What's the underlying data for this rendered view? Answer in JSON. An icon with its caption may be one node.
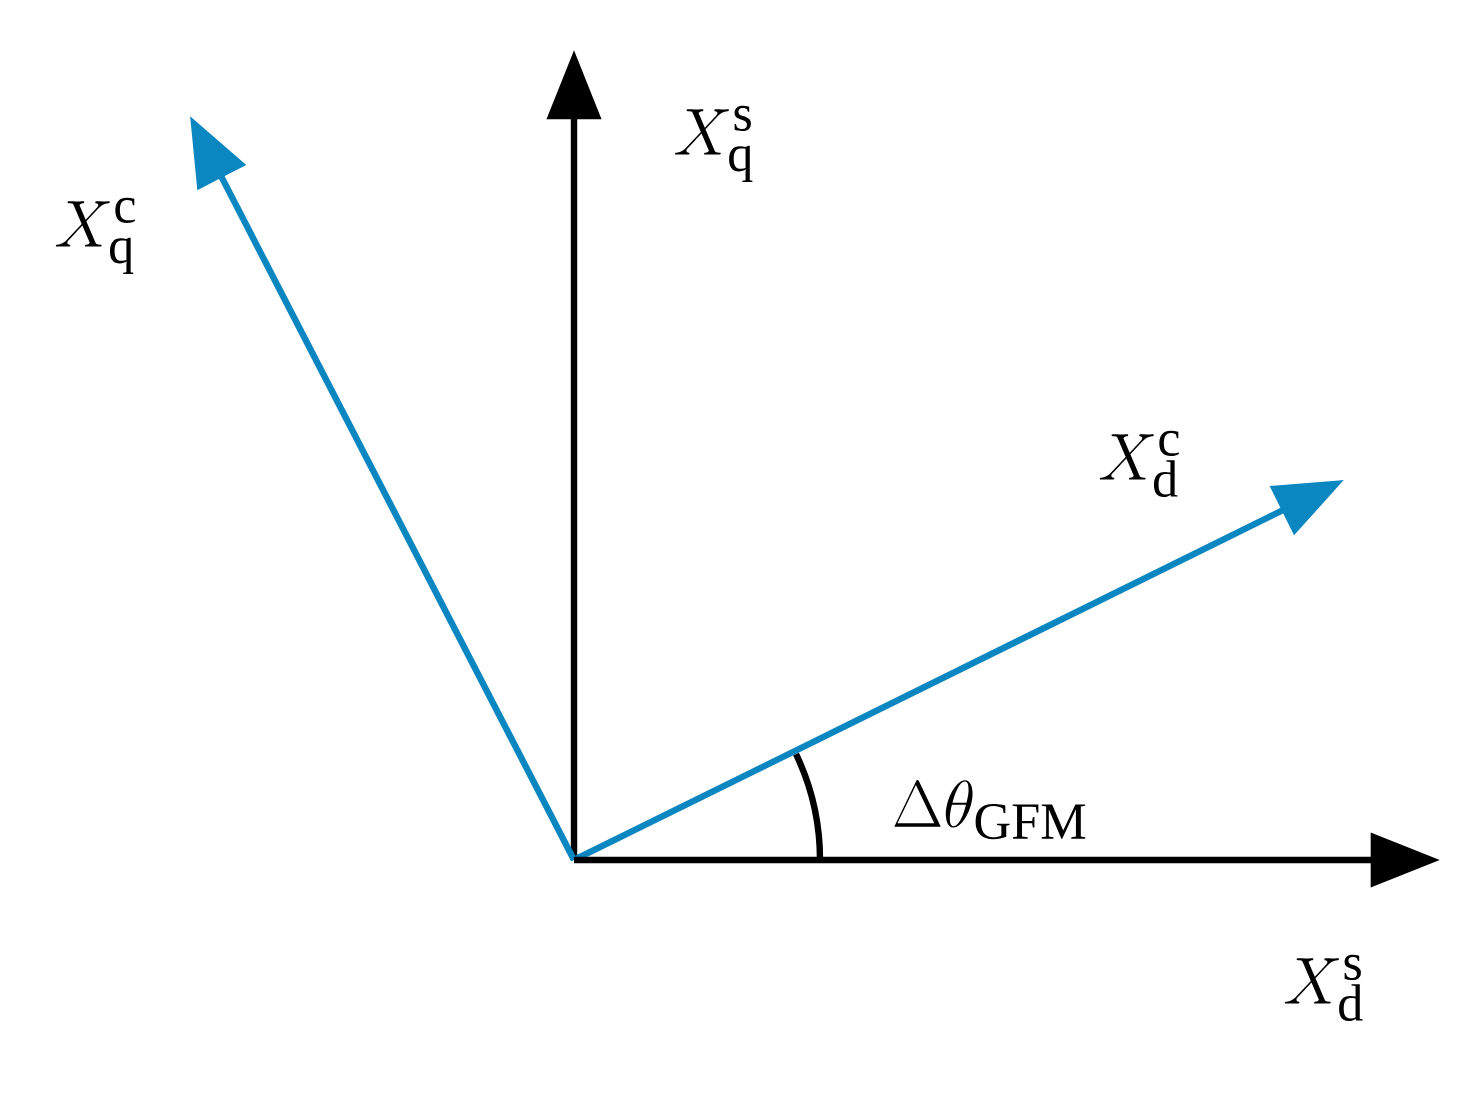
{
  "diagram": {
    "nodes": [
      {
        "text": [
          "X_{\\mathrm{q}}^{\\mathrm{s}}"
        ]
      },
      {
        "text": [
          "X_{\\mathrm{q}}^{\\mathrm{c}}"
        ]
      },
      {
        "text": [
          "X_{\\mathrm{d}}^{\\mathrm{c}}"
        ]
      },
      {
        "text": [
          "X_{\\mathrm{d}}^{\\mathrm{s}}"
        ]
      }
    ],
    "edges": [
      {
        "from": null,
        "to": 0,
        "arrow": "to"
      },
      {
        "from": null,
        "to": 1,
        "arrow": "to",
        "color": "#0a86c0"
      },
      {
        "from": null,
        "to": 2,
        "arrow": "to",
        "color": "#0a86c0"
      },
      {
        "from": null,
        "to": 3,
        "arrow": "to"
      }
    ],
    "labels": [
      "\\Delta\\theta_{\\mathrm{GFM}}"
    ]
  }
}
